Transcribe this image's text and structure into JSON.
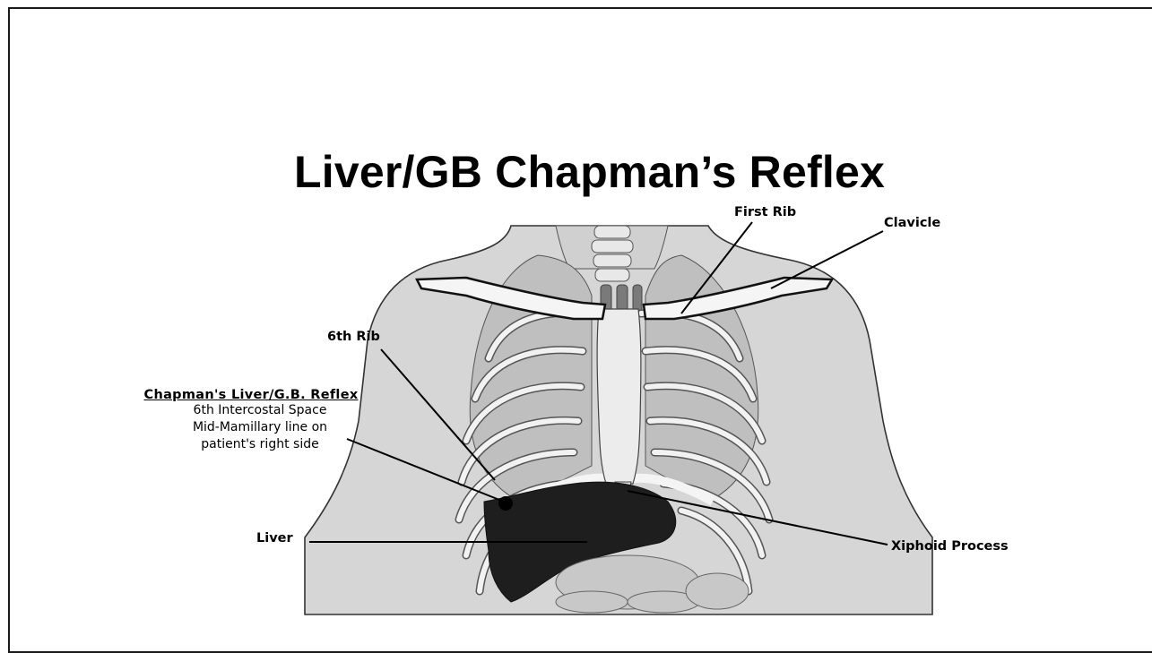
{
  "slide": {
    "title": "Liver/GB Chapman’s Reflex"
  },
  "labels": {
    "first_rib": "First Rib",
    "clavicle": "Clavicle",
    "sixth_rib": "6th Rib",
    "liver": "Liver",
    "xiphoid": "Xiphoid Process"
  },
  "reflex_note": {
    "heading": "Chapman's Liver/G.B. Reflex",
    "lines": [
      "6th Intercostal Space",
      "Mid-Mamillary line on",
      "patient's right side"
    ]
  },
  "colors": {
    "torso_fill": "#d9d9d9",
    "rib_fill": "#eeeeee",
    "liver_fill": "#1e1e1e",
    "outline": "#222222"
  }
}
